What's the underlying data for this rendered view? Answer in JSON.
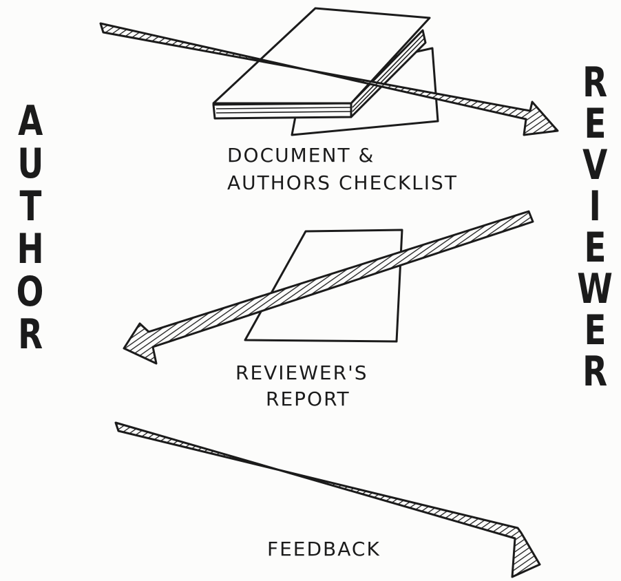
{
  "participants": {
    "author": "AUTHOR",
    "reviewer": "REVIEWER"
  },
  "flows": [
    {
      "from": "AUTHOR",
      "to": "REVIEWER",
      "label_line1": "DOCUMENT &",
      "label_line2": "AUTHORS CHECKLIST"
    },
    {
      "from": "REVIEWER",
      "to": "AUTHOR",
      "label_line1": "REVIEWER'S",
      "label_line2": "REPORT"
    },
    {
      "from": "AUTHOR",
      "to": "REVIEWER",
      "label_line1": "FEEDBACK"
    }
  ],
  "colors": {
    "ink": "#1b1b1b",
    "paper": "#fcfcfb"
  }
}
